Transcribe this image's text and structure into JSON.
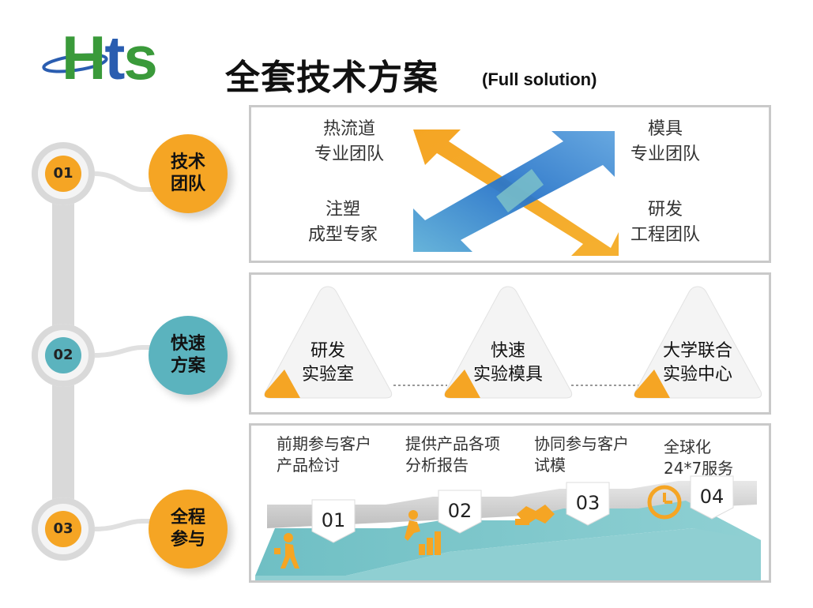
{
  "logo": {
    "text": "Hts"
  },
  "header": {
    "title": "全套技术方案",
    "subtitle": "(Full solution)"
  },
  "colors": {
    "orange": "#F5A524",
    "teal": "#5BB3BE",
    "blue": "#3D8BD1",
    "gray": "#C9C9C9"
  },
  "timeline": [
    {
      "num": "01",
      "label_line1": "技术",
      "label_line2": "团队",
      "color": "#F5A524"
    },
    {
      "num": "02",
      "label_line1": "快速",
      "label_line2": "方案",
      "color": "#5BB3BE"
    },
    {
      "num": "03",
      "label_line1": "全程",
      "label_line2": "参与",
      "color": "#F5A524"
    }
  ],
  "teams": {
    "top_left": [
      "热流道",
      "专业团队"
    ],
    "top_right": [
      "模具",
      "专业团队"
    ],
    "bottom_left": [
      "注塑",
      "成型专家"
    ],
    "bottom_right": [
      "研发",
      "工程团队"
    ]
  },
  "labs": [
    {
      "line1": "研发",
      "line2": "实验室"
    },
    {
      "line1": "快速",
      "line2": "实验模具"
    },
    {
      "line1": "大学联合",
      "line2": "实验中心"
    }
  ],
  "stages": [
    {
      "line1": "前期参与客户",
      "line2": "产品检讨",
      "num": "01",
      "icon": "walking-person-icon"
    },
    {
      "line1": "提供产品各项",
      "line2": "分析报告",
      "num": "02",
      "icon": "climbing-stairs-icon"
    },
    {
      "line1": "协同参与客户",
      "line2": "试模",
      "num": "03",
      "icon": "handshake-icon"
    },
    {
      "line1": "全球化",
      "line2": "24*7服务",
      "num": "04",
      "icon": "clock-icon"
    }
  ]
}
